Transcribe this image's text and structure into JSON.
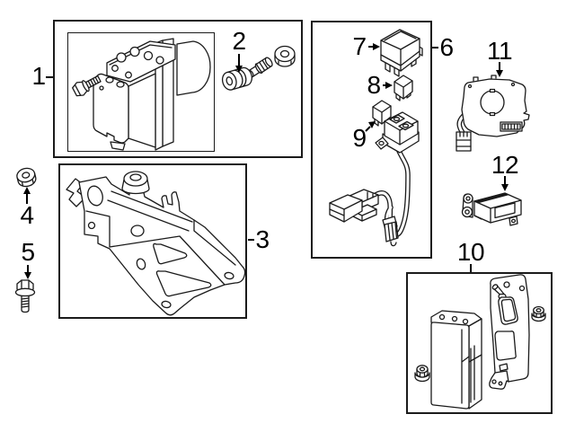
{
  "page": {
    "background": "#ffffff",
    "line_color": "#1a1a1a",
    "label_color": "#000000"
  },
  "callouts": {
    "c1": "1",
    "c2": "2",
    "c3": "3",
    "c4": "4",
    "c5": "5",
    "c6": "6",
    "c7": "7",
    "c8": "8",
    "c9": "9",
    "c10": "10",
    "c11": "11",
    "c12": "12"
  }
}
